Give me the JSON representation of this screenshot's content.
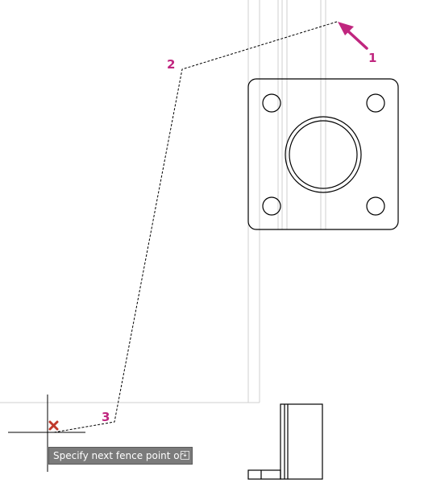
{
  "tooltip": {
    "text": "Specify next fence point or",
    "icon": "down-arrow-icon"
  },
  "point_labels": [
    "1",
    "2",
    "3"
  ],
  "colors": {
    "label": "#c0267f",
    "arrow": "#c0267f",
    "marker": "#c0392b",
    "geometry": "#000000",
    "construction": "#c8c8c8"
  }
}
